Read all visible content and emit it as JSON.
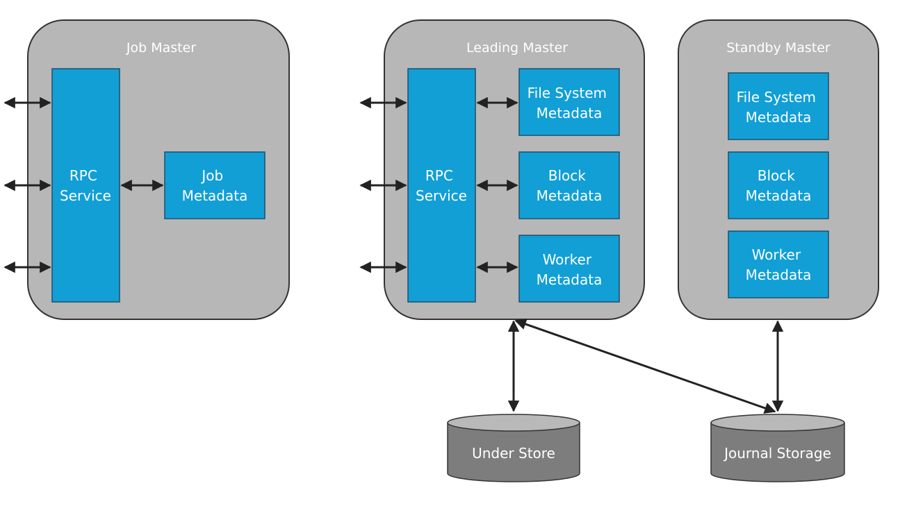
{
  "job_master": {
    "title": "Job Master",
    "rpc_line1": "RPC",
    "rpc_line2": "Service",
    "meta_line1": "Job",
    "meta_line2": "Metadata"
  },
  "leading_master": {
    "title": "Leading Master",
    "rpc_line1": "RPC",
    "rpc_line2": "Service",
    "fs_line1": "File System",
    "fs_line2": "Metadata",
    "block_line1": "Block",
    "block_line2": "Metadata",
    "worker_line1": "Worker",
    "worker_line2": "Metadata"
  },
  "standby_master": {
    "title": "Standby Master",
    "fs_line1": "File System",
    "fs_line2": "Metadata",
    "block_line1": "Block",
    "block_line2": "Metadata",
    "worker_line1": "Worker",
    "worker_line2": "Metadata"
  },
  "storage": {
    "under_store": "Under Store",
    "journal_storage": "Journal Storage"
  },
  "colors": {
    "container_fill": "#b7b7b7",
    "container_stroke": "#333333",
    "box_fill": "#119fd6",
    "box_stroke": "#1d4f6a",
    "cylinder_body": "#7d7d7d",
    "cylinder_top": "#b9b9b9",
    "arrow": "#222222"
  }
}
